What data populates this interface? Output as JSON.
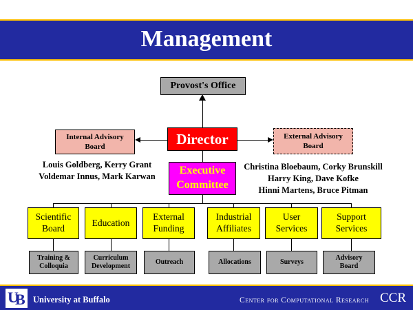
{
  "title": "Management",
  "org": {
    "provost": "Provost's Office",
    "director": "Director",
    "internal_advisory": "Internal Advisory Board",
    "external_advisory": "External Advisory Board",
    "executive_committee": "Executive Committee",
    "internal_names": [
      "Louis Goldberg, Kerry Grant",
      "Voldemar Innus, Mark Karwan"
    ],
    "external_names": [
      "Christina Bloebaum, Corky Brunskill",
      "Harry King, Dave Kofke",
      "Hinni Martens, Bruce Pitman"
    ],
    "departments": [
      {
        "label": "Scientific Board",
        "sub": "Training & Colloquia"
      },
      {
        "label": "Education",
        "sub": "Curriculum Development"
      },
      {
        "label": "External Funding",
        "sub": "Outreach"
      },
      {
        "label": "Industrial Affiliates",
        "sub": "Allocations"
      },
      {
        "label": "User Services",
        "sub": "Surveys"
      },
      {
        "label": "Support Services",
        "sub": "Advisory Board"
      }
    ]
  },
  "footer": {
    "logo_u": "U",
    "logo_b": "B",
    "university": "University at Buffalo",
    "center": "Center for Computational Research",
    "acronym": "CCR"
  },
  "colors": {
    "navy": "#222AA0",
    "gold": "#FFC000",
    "red": "#FF0000",
    "magenta": "#FF00FF",
    "yellow": "#FFFF00",
    "pink": "#F2B5AB",
    "gray": "#A9A9A9"
  }
}
